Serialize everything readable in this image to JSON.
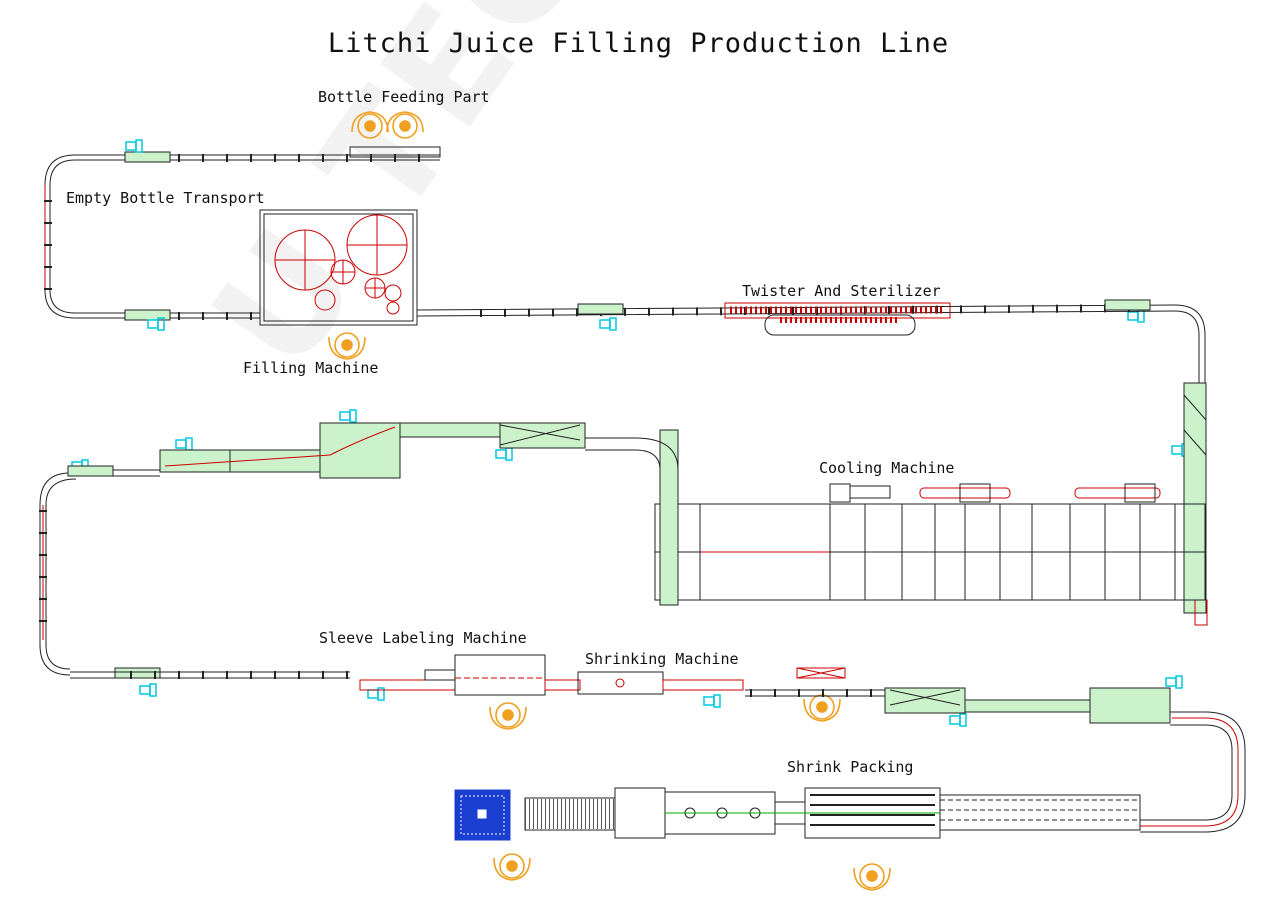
{
  "diagram": {
    "title": "Litchi Juice Filling Production Line",
    "watermark": "U TECH MACHINE",
    "labels": {
      "bottle_feeding": "Bottle Feeding Part",
      "empty_bottle_transport": "Empty Bottle Transport",
      "filling_machine": "Filling Machine",
      "twister_sterilizer": "Twister And Sterilizer",
      "cooling_machine": "Cooling Machine",
      "sleeve_labeling": "Sleeve Labeling Machine",
      "shrinking_machine": "Shrinking Machine",
      "shrink_packing": "Shrink Packing"
    },
    "colors": {
      "line": "#222222",
      "conveyor_fill": "#ccf2cc",
      "red": "#cc0000",
      "operator": "#f0a020",
      "motor": "#00c8e0",
      "pallet": "#1a3fd0"
    }
  }
}
